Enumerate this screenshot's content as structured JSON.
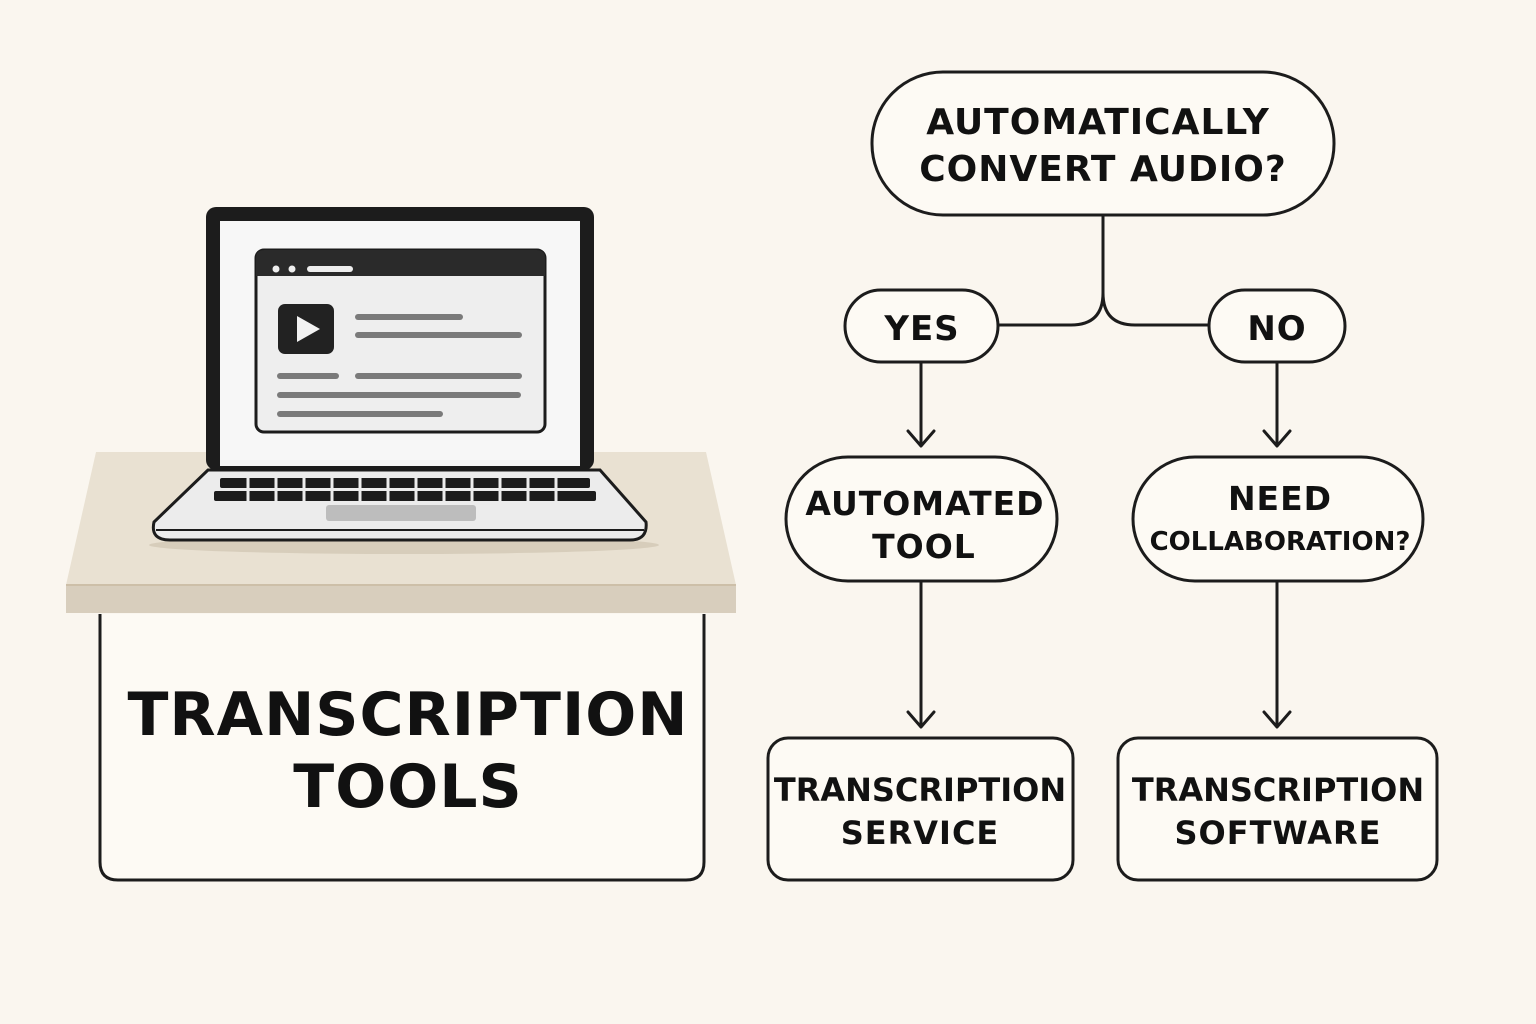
{
  "colors": {
    "background": "#faf6ef",
    "stroke": "#1c1c1c",
    "desk_top": "#e9e1d2",
    "desk_edge": "#d6ccbb",
    "screen_bg": "#eeeeee",
    "screen_line": "#7a7a7a"
  },
  "icons": {
    "laptop": "laptop-icon",
    "play": "play-icon"
  },
  "desk": {
    "title_line1": "TRANSCRIPTION",
    "title_line2": "TOOLS"
  },
  "flowchart": {
    "question": {
      "line1": "AUTOMATICALLY",
      "line2": "CONVERT AUDIO?"
    },
    "yes": "YES",
    "no": "NO",
    "automated_tool": {
      "line1": "AUTOMATED",
      "line2": "TOOL"
    },
    "need_collaboration": {
      "line1": "NEED",
      "line2": "COLLABORATION?"
    },
    "transcription_service": {
      "line1": "TRANSCRIPTION",
      "line2": "SERVICE"
    },
    "transcription_software": {
      "line1": "TRANSCRIPTION",
      "line2": "SOFTWARE"
    }
  }
}
